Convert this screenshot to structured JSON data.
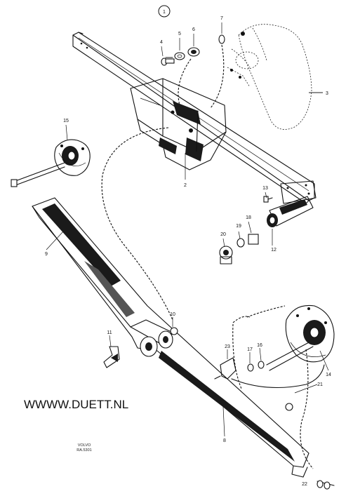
{
  "website": "WWWW.DUETT.NL",
  "stamp": {
    "line1": "VOLVO",
    "line2": "RA.5301"
  },
  "callouts": {
    "c1": "1",
    "c2": "2",
    "c3": "3",
    "c4": "4",
    "c5": "5",
    "c6": "6",
    "c7": "7",
    "c8": "8",
    "c9": "9",
    "c10": "10",
    "c11": "11",
    "c12": "12",
    "c13": "13",
    "c14": "14",
    "c15": "15",
    "c16": "16",
    "c17": "17",
    "c18": "18",
    "c19": "19",
    "c20": "20",
    "c21": "21",
    "c22": "22",
    "c23": "23"
  }
}
